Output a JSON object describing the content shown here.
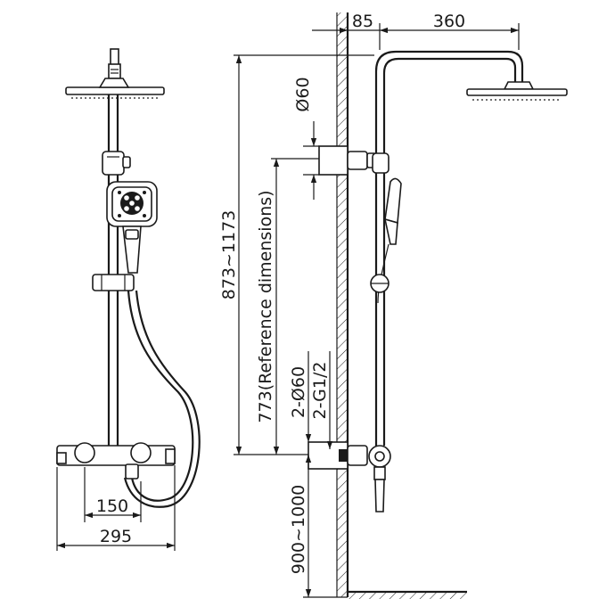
{
  "dimensions": {
    "wall_offset": "85",
    "arm_length": "360",
    "head_diameter": "Ø60",
    "height_range": "873~1173",
    "reference_height": "773(Reference dimensions)",
    "inlet_diameter": "2-Ø60",
    "inlet_thread": "2-G1/2",
    "mount_height": "900~1000",
    "inlet_spacing": "150",
    "body_width": "295"
  }
}
